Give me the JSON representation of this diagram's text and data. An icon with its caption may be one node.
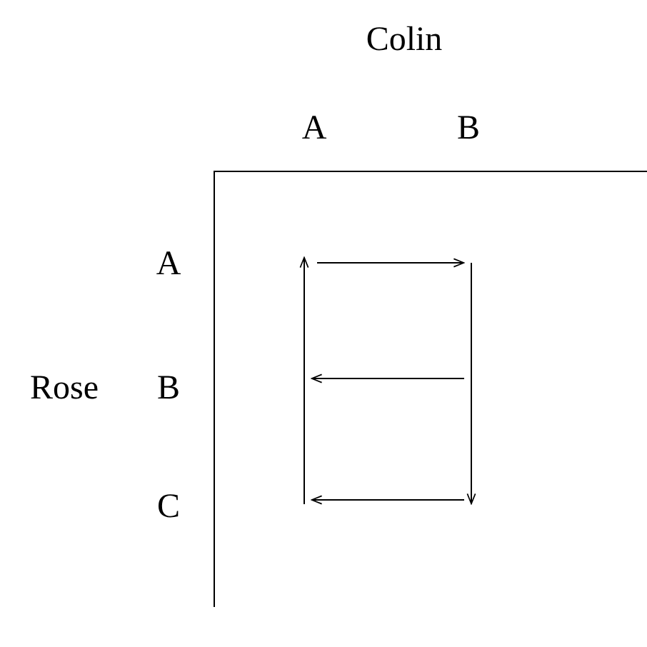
{
  "diagram": {
    "labels": [
      "Colin",
      "A",
      "B",
      "A",
      "B",
      "C",
      "Rose"
    ]
  }
}
